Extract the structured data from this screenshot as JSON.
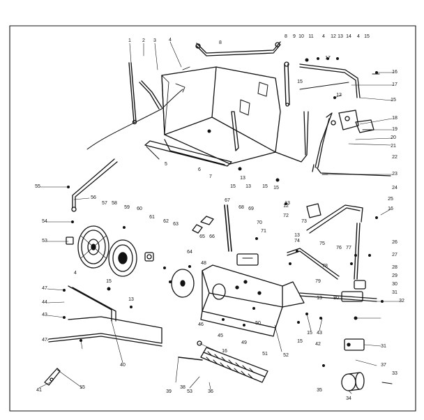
{
  "figure": {
    "type": "exploded-parts-diagram",
    "colors": {
      "ink": "#111111",
      "paper": "#ffffff"
    },
    "callouts": [
      {
        "id": "c1",
        "text": "1"
      },
      {
        "id": "c2",
        "text": "2"
      },
      {
        "id": "c3",
        "text": "3"
      },
      {
        "id": "c4",
        "text": "4"
      },
      {
        "id": "c5",
        "text": "8"
      },
      {
        "id": "c6",
        "text": "9"
      },
      {
        "id": "c7",
        "text": "10"
      },
      {
        "id": "c8",
        "text": "11"
      },
      {
        "id": "c9",
        "text": "4"
      },
      {
        "id": "c10",
        "text": "12"
      },
      {
        "id": "c11",
        "text": "13"
      },
      {
        "id": "c12",
        "text": "14"
      },
      {
        "id": "c13",
        "text": "4"
      },
      {
        "id": "c14",
        "text": "15"
      },
      {
        "id": "c15",
        "text": "16"
      },
      {
        "id": "c16",
        "text": "17"
      },
      {
        "id": "c17",
        "text": "15"
      },
      {
        "id": "c18",
        "text": "12"
      },
      {
        "id": "c19",
        "text": "15"
      },
      {
        "id": "c20",
        "text": "18"
      },
      {
        "id": "c21",
        "text": "19"
      },
      {
        "id": "c22",
        "text": "20"
      },
      {
        "id": "c23",
        "text": "21"
      },
      {
        "id": "c24",
        "text": "22"
      },
      {
        "id": "c25",
        "text": "23"
      },
      {
        "id": "c26",
        "text": "24"
      },
      {
        "id": "c27",
        "text": "25"
      },
      {
        "id": "c28",
        "text": "16"
      },
      {
        "id": "c29",
        "text": "26"
      },
      {
        "id": "c30",
        "text": "27"
      },
      {
        "id": "c31",
        "text": "28"
      },
      {
        "id": "c32",
        "text": "29"
      },
      {
        "id": "c33",
        "text": "30"
      },
      {
        "id": "c34",
        "text": "31"
      },
      {
        "id": "c35",
        "text": "32"
      },
      {
        "id": "c36",
        "text": "31"
      },
      {
        "id": "c37",
        "text": "37"
      },
      {
        "id": "c38",
        "text": "33"
      },
      {
        "id": "c39",
        "text": "34"
      },
      {
        "id": "c40",
        "text": "35"
      },
      {
        "id": "c41",
        "text": "36"
      },
      {
        "id": "c42",
        "text": "53"
      },
      {
        "id": "c43",
        "text": "39"
      },
      {
        "id": "c44",
        "text": "16"
      },
      {
        "id": "c45",
        "text": "40"
      },
      {
        "id": "c46",
        "text": "41"
      },
      {
        "id": "c47",
        "text": "15"
      },
      {
        "id": "c48",
        "text": "47"
      },
      {
        "id": "c49",
        "text": "43"
      },
      {
        "id": "c50",
        "text": "44"
      },
      {
        "id": "c51",
        "text": "47"
      },
      {
        "id": "c52",
        "text": "4"
      },
      {
        "id": "c53",
        "text": "15"
      },
      {
        "id": "c54",
        "text": "13"
      },
      {
        "id": "c55",
        "text": "53"
      },
      {
        "id": "c56",
        "text": "54"
      },
      {
        "id": "c57",
        "text": "55"
      },
      {
        "id": "c58",
        "text": "56"
      },
      {
        "id": "c59",
        "text": "57"
      },
      {
        "id": "c60",
        "text": "58"
      },
      {
        "id": "c61",
        "text": "59"
      },
      {
        "id": "c62",
        "text": "60"
      },
      {
        "id": "c63",
        "text": "61"
      },
      {
        "id": "c64",
        "text": "62"
      },
      {
        "id": "c65",
        "text": "63"
      },
      {
        "id": "c66",
        "text": "64"
      },
      {
        "id": "c67",
        "text": "65"
      },
      {
        "id": "c68",
        "text": "66"
      },
      {
        "id": "c69",
        "text": "67"
      },
      {
        "id": "c70",
        "text": "68"
      },
      {
        "id": "c71",
        "text": "69"
      },
      {
        "id": "c72",
        "text": "70"
      },
      {
        "id": "c73",
        "text": "71"
      },
      {
        "id": "c74",
        "text": "72"
      },
      {
        "id": "c75",
        "text": "73"
      },
      {
        "id": "c76",
        "text": "74"
      },
      {
        "id": "c77",
        "text": "75"
      },
      {
        "id": "c78",
        "text": "76"
      },
      {
        "id": "c79",
        "text": "77"
      },
      {
        "id": "c80",
        "text": "78"
      },
      {
        "id": "c81",
        "text": "79"
      },
      {
        "id": "c82",
        "text": "80"
      },
      {
        "id": "c83",
        "text": "13"
      },
      {
        "id": "c84",
        "text": "15"
      },
      {
        "id": "c85",
        "text": "15"
      },
      {
        "id": "c86",
        "text": "43"
      },
      {
        "id": "c87",
        "text": "42"
      },
      {
        "id": "c88",
        "text": "52"
      },
      {
        "id": "c89",
        "text": "51"
      },
      {
        "id": "c90",
        "text": "50"
      },
      {
        "id": "c91",
        "text": "49"
      },
      {
        "id": "c92",
        "text": "45"
      },
      {
        "id": "c93",
        "text": "46"
      },
      {
        "id": "c94",
        "text": "48"
      },
      {
        "id": "c95",
        "text": "13"
      },
      {
        "id": "c96",
        "text": "12"
      },
      {
        "id": "c97",
        "text": "13"
      },
      {
        "id": "c98",
        "text": "15"
      },
      {
        "id": "c99",
        "text": "15"
      },
      {
        "id": "c100",
        "text": "5"
      },
      {
        "id": "c101",
        "text": "6"
      },
      {
        "id": "c102",
        "text": "7"
      },
      {
        "id": "c103",
        "text": "8"
      },
      {
        "id": "c104",
        "text": "15"
      },
      {
        "id": "c105",
        "text": "13"
      },
      {
        "id": "c106",
        "text": "17"
      },
      {
        "id": "c107",
        "text": "38"
      },
      {
        "id": "c108",
        "text": "13"
      }
    ]
  }
}
